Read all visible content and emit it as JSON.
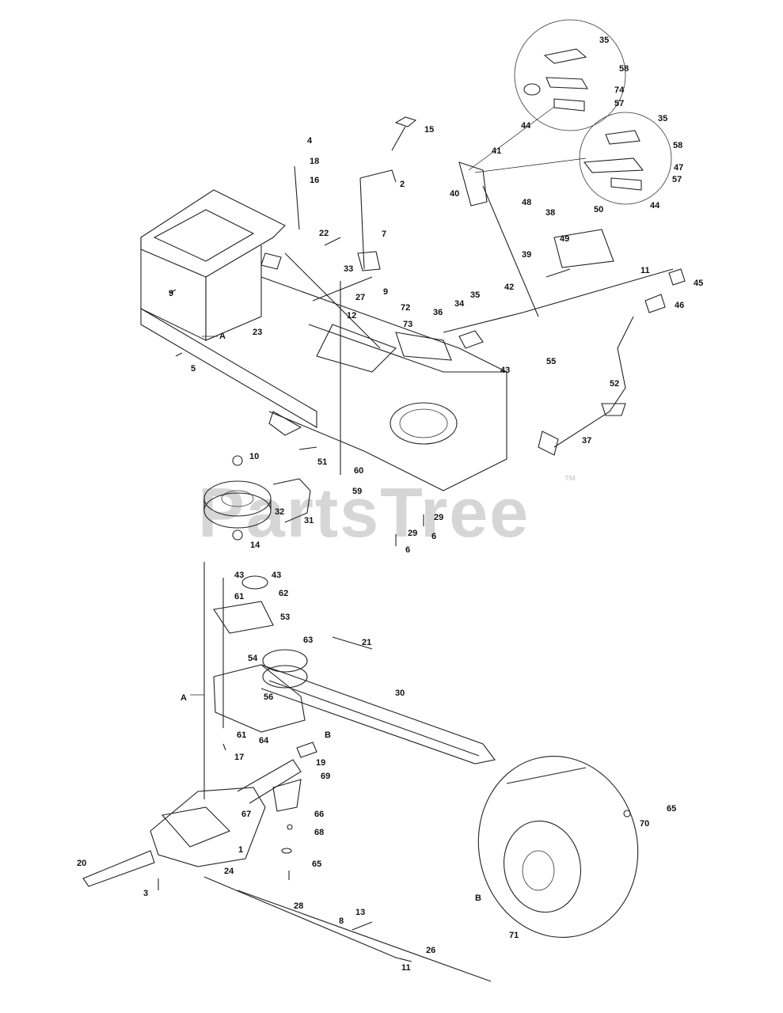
{
  "watermark": {
    "text": "PartsTree",
    "trademark": "™"
  },
  "callouts": [
    {
      "text": "35"
    },
    {
      "text": "58"
    },
    {
      "text": "74"
    },
    {
      "text": "57"
    },
    {
      "text": "44"
    },
    {
      "text": "35"
    },
    {
      "text": "58"
    },
    {
      "text": "47"
    },
    {
      "text": "57"
    },
    {
      "text": "44"
    },
    {
      "text": "15"
    },
    {
      "text": "41"
    },
    {
      "text": "40"
    },
    {
      "text": "48"
    },
    {
      "text": "38"
    },
    {
      "text": "50"
    },
    {
      "text": "49"
    },
    {
      "text": "39"
    },
    {
      "text": "11"
    },
    {
      "text": "45"
    },
    {
      "text": "46"
    },
    {
      "text": "42"
    },
    {
      "text": "35"
    },
    {
      "text": "34"
    },
    {
      "text": "36"
    },
    {
      "text": "55"
    },
    {
      "text": "43"
    },
    {
      "text": "52"
    },
    {
      "text": "37"
    },
    {
      "text": "4"
    },
    {
      "text": "18"
    },
    {
      "text": "16"
    },
    {
      "text": "2"
    },
    {
      "text": "22"
    },
    {
      "text": "7"
    },
    {
      "text": "33"
    },
    {
      "text": "9"
    },
    {
      "text": "27"
    },
    {
      "text": "72"
    },
    {
      "text": "73"
    },
    {
      "text": "12"
    },
    {
      "text": "9"
    },
    {
      "text": "A"
    },
    {
      "text": "23"
    },
    {
      "text": "5"
    },
    {
      "text": "10"
    },
    {
      "text": "51"
    },
    {
      "text": "60"
    },
    {
      "text": "59"
    },
    {
      "text": "32"
    },
    {
      "text": "31"
    },
    {
      "text": "29"
    },
    {
      "text": "29"
    },
    {
      "text": "6"
    },
    {
      "text": "6"
    },
    {
      "text": "14"
    },
    {
      "text": "43"
    },
    {
      "text": "43"
    },
    {
      "text": "61"
    },
    {
      "text": "62"
    },
    {
      "text": "53"
    },
    {
      "text": "63"
    },
    {
      "text": "21"
    },
    {
      "text": "54"
    },
    {
      "text": "A"
    },
    {
      "text": "56"
    },
    {
      "text": "30"
    },
    {
      "text": "61"
    },
    {
      "text": "64"
    },
    {
      "text": "B"
    },
    {
      "text": "17"
    },
    {
      "text": "19"
    },
    {
      "text": "69"
    },
    {
      "text": "67"
    },
    {
      "text": "66"
    },
    {
      "text": "68"
    },
    {
      "text": "65"
    },
    {
      "text": "65"
    },
    {
      "text": "70"
    },
    {
      "text": "1"
    },
    {
      "text": "20"
    },
    {
      "text": "3"
    },
    {
      "text": "24"
    },
    {
      "text": "28"
    },
    {
      "text": "13"
    },
    {
      "text": "8"
    },
    {
      "text": "26"
    },
    {
      "text": "11"
    },
    {
      "text": "B"
    },
    {
      "text": "71"
    }
  ]
}
